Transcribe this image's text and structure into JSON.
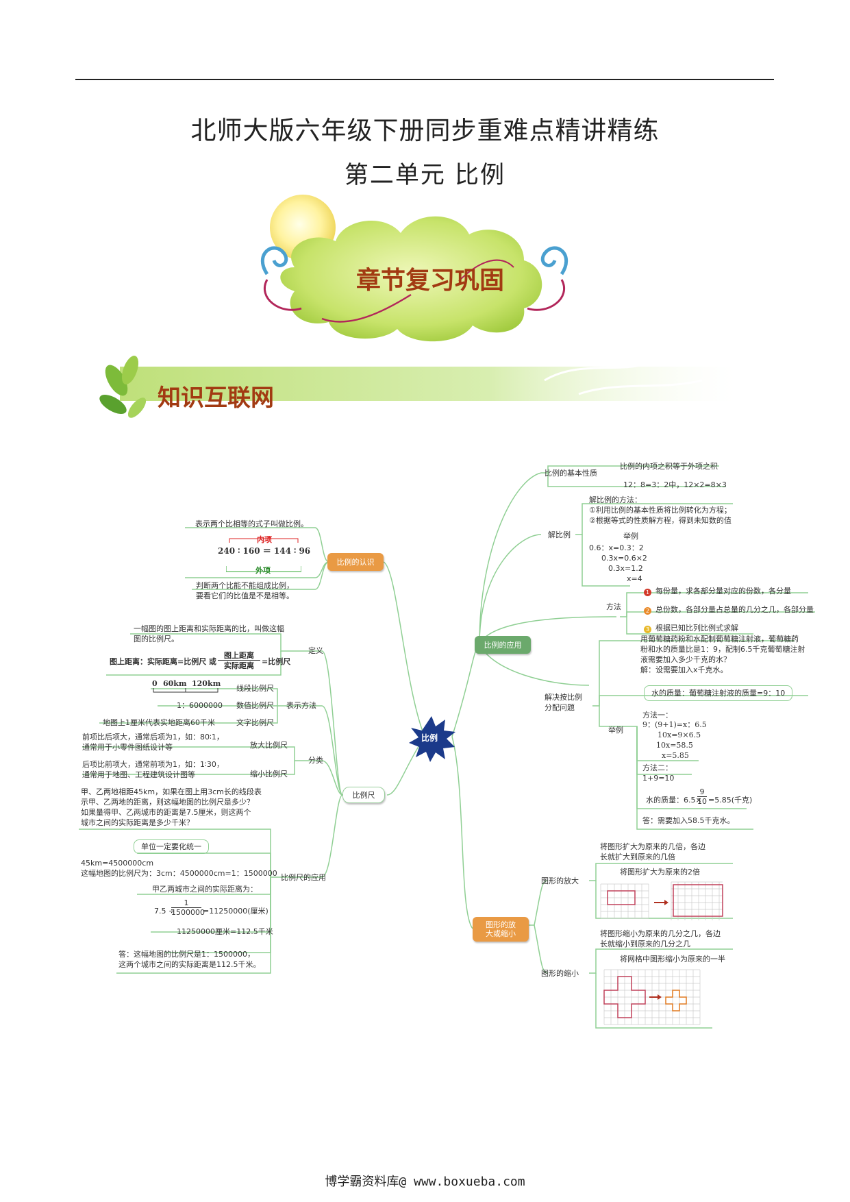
{
  "header": {
    "title": "北师大版六年级下册同步重难点精讲精练",
    "subtitle": "第二单元  比例"
  },
  "banners": {
    "review": "章节复习巩固",
    "knowledge_net": "知识互联网"
  },
  "mindmap": {
    "center": "比例",
    "left": {
      "recognition": {
        "label": "比例的认识",
        "definition": "表示两个比相等的式子叫做比例。",
        "inner": "内项",
        "outer": "外项",
        "example": "240 ∶ 160 ＝ 144 ∶ 96",
        "judge_1": "判断两个比能不能组成比例，",
        "judge_2": "要看它们的比值是不是相等。"
      },
      "scale": {
        "label": "比例尺",
        "definition": {
          "label": "定义",
          "text_1": "一幅图的图上距离和实际距离的比，叫做这幅",
          "text_2": "图的比例尺。",
          "formula_left": "图上距离：实际距离=比例尺  或",
          "frac_num": "图上距离",
          "frac_den": "实际距离",
          "formula_right": "=比例尺"
        },
        "representation": {
          "label": "表示方法",
          "line_scale_label": "线段比例尺",
          "line_scale_ticks": [
            "0",
            "60km",
            "120km"
          ],
          "numeric_label": "数值比例尺",
          "numeric_value": "1：6000000",
          "text_label": "文字比例尺",
          "text_value": "地图上1厘米代表实地距离60千米"
        },
        "classification": {
          "label": "分类",
          "enlarge_label": "放大比例尺",
          "enlarge_1": "前项比后项大，通常后项为1，如：80∶1，",
          "enlarge_2": "通常用于小零件图纸设计等",
          "reduce_label": "缩小比例尺",
          "reduce_1": "后项比前项大，通常前项为1，如：1∶30，",
          "reduce_2": "通常用于地图、工程建筑设计图等"
        },
        "application": {
          "label": "比例尺的应用",
          "q1": "甲、乙两地相距45km，如果在图上用3cm长的线段表",
          "q2": "示甲、乙两地的距离，则这幅地图的比例尺是多少？",
          "q3": "如果量得甲、乙两城市的距离是7.5厘米，则这两个",
          "q4": "城市之间的实际距离是多少千米？",
          "unit_note": "单位一定要化统一",
          "s1": "45km=4500000cm",
          "s2": "这幅地图的比例尺为：3cm：4500000cm=1：1500000",
          "s3": "甲乙两城市之间的实际距离为：",
          "s4_left": "7.5 ÷",
          "s4_num": "1",
          "s4_den": "1500000",
          "s4_right": "=11250000(厘米)",
          "s5": "11250000厘米=112.5千米",
          "a1": "答：这幅地图的比例尺是1：1500000，",
          "a2": "这两个城市之间的实际距离是112.5千米。"
        }
      }
    },
    "right": {
      "basic_property": {
        "label": "比例的基本性质",
        "text": "比例的内项之积等于外项之积",
        "example": "12：8=3：2中，12×2=8×3"
      },
      "solve": {
        "label": "解比例",
        "method_title": "解比例的方法：",
        "method_1": "①利用比例的基本性质将比例转化为方程；",
        "method_2": "②根据等式的性质解方程，得到未知数的值",
        "example_title": "举例",
        "steps": [
          "0.6：x=0.3：2",
          "0.3x=0.6×2",
          "0.3x=1.2",
          "x=4"
        ]
      },
      "application": {
        "label": "比例的应用",
        "methods_label": "方法",
        "method_1": "每份量，求各部分量对应的份数，各分量",
        "method_2": "总份数，各部分量占总量的几分之几，各部分量",
        "method_3": "根据已知比列比例式求解",
        "problem_label_1": "解决按比例",
        "problem_label_2": "分配问题",
        "p1": "用葡萄糖药粉和水配制葡萄糖注射液，葡萄糖药",
        "p2": "粉和水的质量比是1：9，配制6.5千克葡萄糖注射",
        "p3": "液需要加入多少千克的水？",
        "p4": "解：设需要加入x千克水。",
        "water_note": "水的质量：葡萄糖注射液的质量=9：10",
        "example_label": "举例",
        "m1_title": "方法一：",
        "m1_steps": [
          "9：(9+1)=x：6.5",
          "10x=9×6.5",
          "10x=58.5",
          "x=5.85"
        ],
        "m2_title": "方法二：",
        "m2_line": "1+9=10",
        "water_left": "水的质量：6.5×",
        "water_num": "9",
        "water_den": "10",
        "water_right": "=5.85(千克)",
        "answer": "答：需要加入58.5千克水。"
      },
      "transform": {
        "label_1": "图形的放",
        "label_2": "大或缩小",
        "enlarge_label": "图形的放大",
        "enlarge_1": "将图形扩大为原来的几倍，各边",
        "enlarge_2": "长就扩大到原来的几倍",
        "enlarge_caption": "将图形扩大为原来的2倍",
        "reduce_label": "图形的缩小",
        "reduce_1": "将图形缩小为原来的几分之几，各边",
        "reduce_2": "长就缩小到原来的几分之几",
        "reduce_caption": "将网格中图形缩小为原来的一半"
      }
    }
  },
  "footer": "博学霸资料库@ www.boxueba.com"
}
